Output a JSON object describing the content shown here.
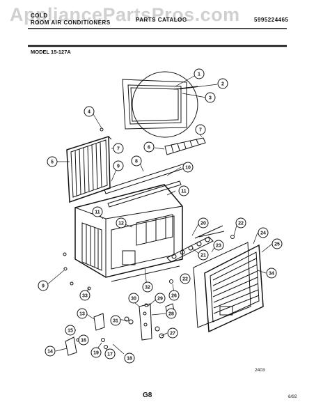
{
  "header": {
    "watermark": "AppliancePartsPros.com",
    "left_line1": "COLD",
    "left_line2": "ROOM AIR CONDITIONERS",
    "center": "PARTS CATALOG",
    "right": "5995224465"
  },
  "model_label": "MODEL 15-127A",
  "callouts": [
    "1",
    "2",
    "3",
    "4",
    "5",
    "6",
    "7",
    "7",
    "8",
    "9",
    "9",
    "10",
    "11",
    "11",
    "12",
    "13",
    "14",
    "15",
    "16",
    "17",
    "18",
    "19",
    "20",
    "21",
    "22",
    "22",
    "23",
    "24",
    "25",
    "26",
    "27",
    "28",
    "29",
    "30",
    "31",
    "32",
    "33",
    "34"
  ],
  "footer": {
    "figure_number": "2403",
    "page": "G8",
    "date": "6/92"
  },
  "colors": {
    "ink": "#111111",
    "paper": "#ffffff",
    "watermark": "#9a9a9a"
  }
}
